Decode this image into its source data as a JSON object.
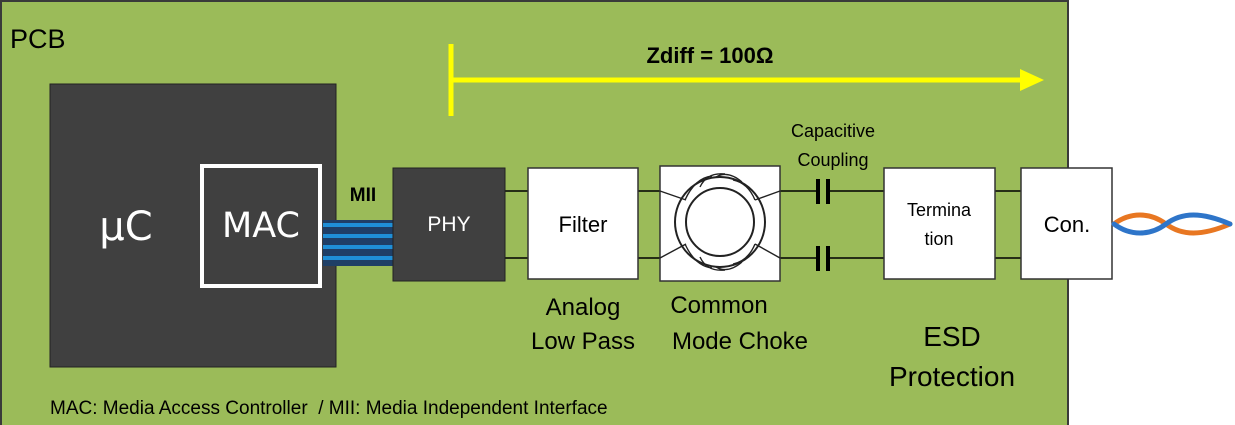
{
  "board": {
    "title": "PCB"
  },
  "impedance": {
    "label": "Zdiff = 100Ω"
  },
  "blocks": {
    "uc": "µC",
    "mac": "MAC",
    "mii": "MII",
    "phy": "PHY",
    "filter": "Filter",
    "termination_line1": "Termina",
    "termination_line2": "tion",
    "connector": "Con."
  },
  "captions": {
    "filter_line1": "Analog",
    "filter_line2": "Low Pass",
    "choke_line1": "Common",
    "choke_line2": "Mode Choke",
    "coupling_line1": "Capacitive",
    "coupling_line2": "Coupling",
    "esd_line1": "ESD",
    "esd_line2": "Protection"
  },
  "footer": {
    "legend": "MAC: Media Access Controller  / MII: Media Independent Interface"
  },
  "colors": {
    "pcb_green": "#9bbb59",
    "dark_block": "#404040",
    "arrow_yellow": "#ffff00",
    "mii_blue": "#1f8fd6",
    "cable_orange": "#e87722",
    "cable_blue": "#2e75c9"
  }
}
